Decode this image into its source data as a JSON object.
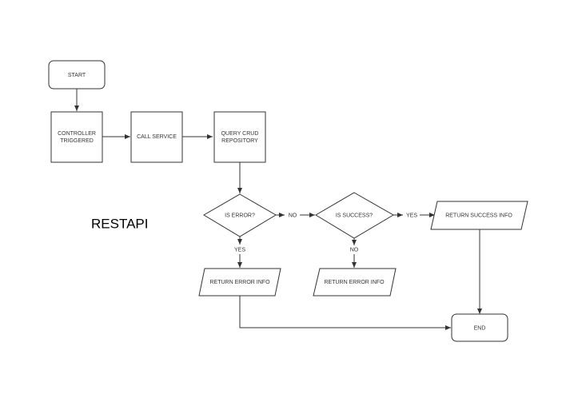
{
  "diagram": {
    "title": "RESTAPI",
    "nodes": {
      "start": {
        "lines": [
          "START"
        ]
      },
      "controller": {
        "lines": [
          "CONTROLLER",
          "TRIGGERED"
        ]
      },
      "call_service": {
        "lines": [
          "CALL SERVICE"
        ]
      },
      "query_crud": {
        "lines": [
          "QUERY CRUD",
          "REPOSITORY"
        ]
      },
      "is_error": {
        "lines": [
          "IS ERROR?"
        ]
      },
      "is_success": {
        "lines": [
          "IS SUCCESS?"
        ]
      },
      "return_success": {
        "lines": [
          "RETURN SUCCESS INFO"
        ]
      },
      "return_error_1": {
        "lines": [
          "RETURN ERROR INFO"
        ]
      },
      "return_error_2": {
        "lines": [
          "RETURN ERROR INFO"
        ]
      },
      "end": {
        "lines": [
          "END"
        ]
      }
    },
    "edge_labels": {
      "is_error_no": "NO",
      "is_error_yes": "YES",
      "is_success_yes": "YES",
      "is_success_no": "NO"
    }
  }
}
